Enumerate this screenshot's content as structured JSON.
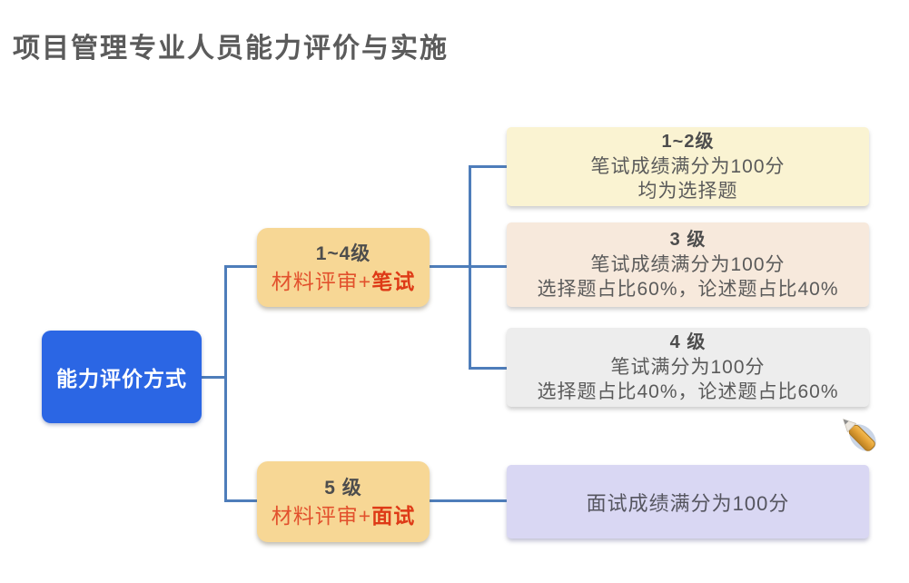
{
  "title": "项目管理专业人员能力评价与实施",
  "root_node": {
    "label": "能力评价方式"
  },
  "method_nodes": [
    {
      "heading": "1~4级",
      "method_prefix": "材料评审+",
      "method_emphasis": "笔试"
    },
    {
      "heading": "5 级",
      "method_prefix": "材料评审+",
      "method_emphasis": "面试"
    }
  ],
  "detail_nodes": [
    {
      "heading": "1~2级",
      "line1": "笔试成绩满分为100分",
      "line2": "均为选择题"
    },
    {
      "heading": "3 级",
      "line1": "笔试成绩满分为100分",
      "line2": "选择题占比60%，论述题占比40%"
    },
    {
      "heading": "4 级",
      "line1": "笔试满分为100分",
      "line2": "选择题占比40%，论述题占比60%"
    },
    {
      "label": "面试成绩满分为100分"
    }
  ],
  "icons": {
    "pencil": "pencil-icon"
  },
  "colors": {
    "root_bg": "#2b66e4",
    "method_bg": "#f7d795",
    "detail_cream_bg": "#faf3d2",
    "detail_peach_bg": "#f7e9dc",
    "detail_gray_bg": "#ededed",
    "detail_lavender_bg": "#d9d7f3",
    "connector": "#4e7dba",
    "emphasis_red": "#de3a17",
    "method_red": "#e2512d",
    "text_gray": "#5b5b5b"
  }
}
